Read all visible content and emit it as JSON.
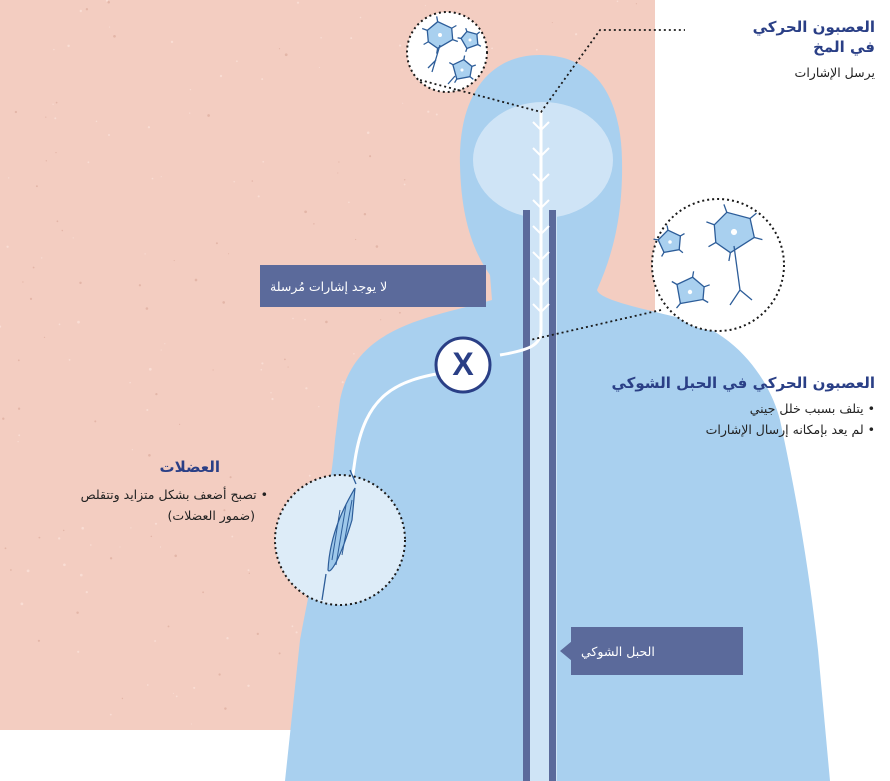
{
  "colors": {
    "background_panel": "#f3cdc1",
    "body": "#a9d0ef",
    "body_light": "#cfe4f6",
    "spine": "#5b6a9b",
    "heading": "#2a3f86",
    "tag": "#5b6a9b",
    "cell": "#a9d0ef",
    "cell_stroke": "#2d5d99",
    "x_mark": "#2a3f86"
  },
  "callouts": {
    "brain_neuron": {
      "title_line1": "العصبون الحركي",
      "title_line2": "في المخ",
      "text": "يرسل الإشارات"
    },
    "spinal_neuron": {
      "title": "العصبون الحركي في الحبل الشوكي",
      "bullets": [
        "• يتلف بسبب خلل جيني",
        "• لم يعد بإمكانه إرسال الإشارات"
      ]
    },
    "muscles": {
      "title": "العضلات",
      "line1": "• تصبح أضعف بشكل متزايد وتتقلص",
      "line2": "(ضمور العضلات)"
    }
  },
  "tags": {
    "no_signals": "لا يوجد إشارات مُرسلة",
    "spinal_cord": "الحبل الشوكي"
  },
  "marks": {
    "blocked_symbol": "X"
  }
}
